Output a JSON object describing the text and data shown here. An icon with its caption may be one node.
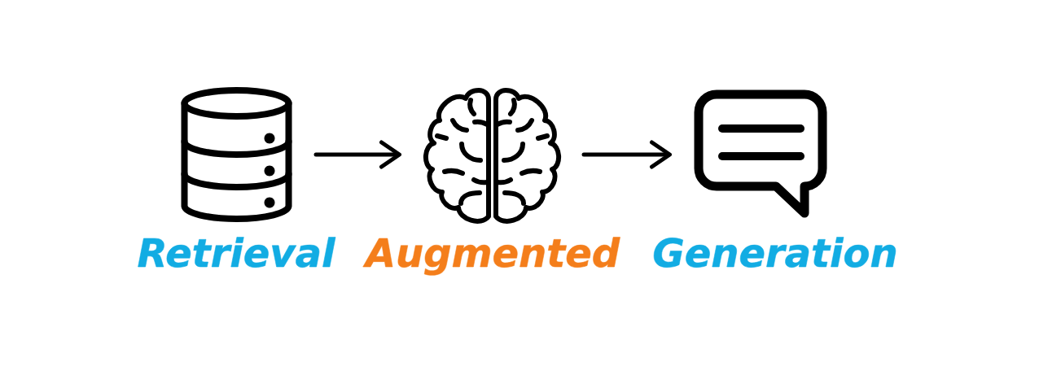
{
  "diagram": {
    "nodes": [
      {
        "text": [],
        "shape": "cylinder",
        "beside": [
          "Retrieval"
        ]
      },
      {
        "text": [],
        "shape": "picture",
        "beside": [
          "Augmented"
        ]
      },
      {
        "text": [],
        "shape": "picture",
        "beside": [
          "Generation"
        ]
      }
    ],
    "edges": [
      {
        "from": 0,
        "to": 1,
        "arrow": "to"
      },
      {
        "from": 1,
        "to": 2,
        "arrow": "to"
      }
    ]
  }
}
